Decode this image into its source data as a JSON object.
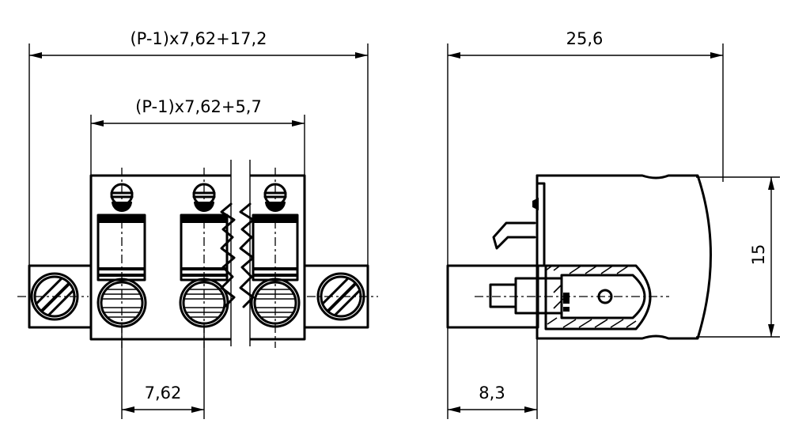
{
  "front_view": {
    "overall_width": "(P-1)x7,62+17,2",
    "inner_width": "(P-1)x7,62+5,7",
    "pitch": "7,62"
  },
  "side_view": {
    "depth": "25,6",
    "height": "15",
    "offset": "8,3"
  }
}
